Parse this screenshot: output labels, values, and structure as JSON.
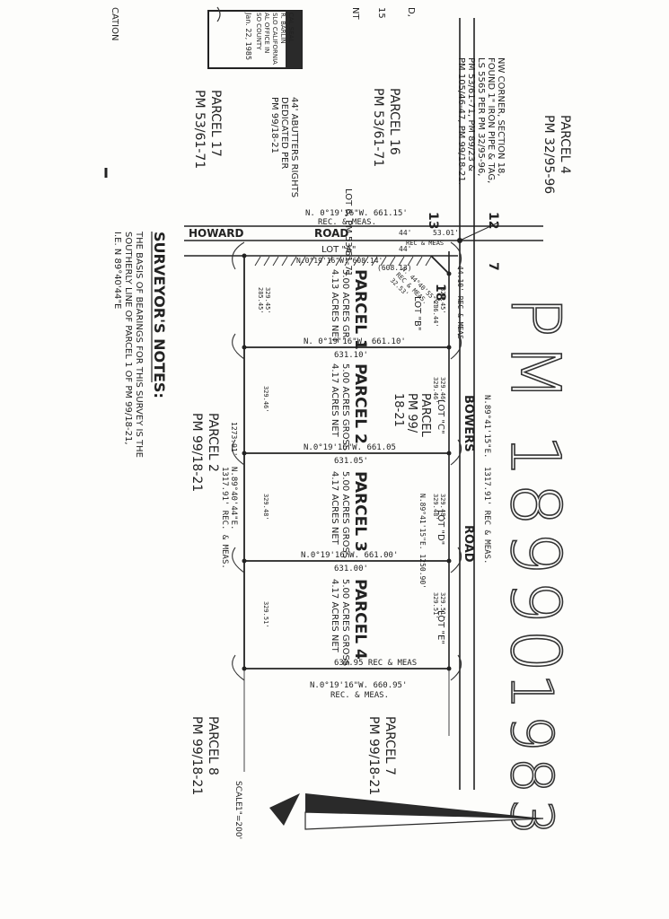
{
  "seal": {
    "lines": [
      "CAL SEAL",
      "R. BARLIN",
      "SLO CALIFORNIA",
      "AL OFFICE IN",
      "SO COUNTY",
      "Jan. 22, 1985"
    ]
  },
  "map_number": "PM 18990",
  "year": "1983",
  "edge_labels": {
    "d": "D,",
    "n15": "15",
    "nt": "NT",
    "cation": "CATION"
  },
  "nw_corner_note": [
    "NW CORNER, SECTION 18,",
    "FOUND 1\" IRON PIPE & TAG,",
    "LS 5565 PER PM 32/95-96,",
    "PM 53/61-71, PM 89/23 &",
    "PM 105/46-47, PM 99/18-21."
  ],
  "adjacent_parcels": {
    "parcel4_top": [
      "PARCEL 4",
      "PM 32/95-96"
    ],
    "parcel16": [
      "PARCEL 16",
      "PM 53/61-71"
    ],
    "parcel17": [
      "PARCEL 17",
      "PM 53/61-71"
    ],
    "lot6": "LOT 6, PM 53/61-71",
    "parcel2_lower": [
      "PARCEL 2",
      "PM 99/18-21"
    ],
    "parcel7": [
      "PARCEL 7",
      "PM 99/18-21"
    ],
    "parcel8": [
      "PARCEL 8",
      "PM 99/18-21"
    ],
    "parcel_center": [
      "PARCEL",
      "PM 99/",
      "18-21"
    ]
  },
  "abutters_note": [
    "44' ABUTTERS RIGHTS",
    "DEDICATED PER",
    "PM 99/18-21"
  ],
  "roads": {
    "howard": "HOWARD",
    "road1": "ROAD",
    "bowers": "BOWERS",
    "road2": "ROAD"
  },
  "section_numbers": [
    "13",
    "12",
    "7",
    "18"
  ],
  "lots": [
    "LOT \"A\"",
    "LOT \"B\"",
    "LOT \"C\"",
    "LOT \"D\"",
    "LOT \"E\""
  ],
  "parcels": [
    {
      "name": "PARCEL 1",
      "gross": "5.00 ACRES GR.",
      "net": "4.13 ACRES NET"
    },
    {
      "name": "PARCEL 2",
      "gross": "5.00 ACRES GROSS",
      "net": "4.17 ACRES NET"
    },
    {
      "name": "PARCEL 3",
      "gross": "5.00 ACRES GROSS",
      "net": "4.17 ACRES NET"
    },
    {
      "name": "PARCEL 4",
      "gross": "5.00 ACRES GROSS",
      "net": "4.17 ACRES NET"
    }
  ],
  "bearings": {
    "top_line": "N. 0°19'16\"W.  661.15'",
    "top_rec": "REC. & MEAS.",
    "lot_a_line": "N.0°19'16\"W.  608.14'",
    "lot_a_sub": "(608.13)",
    "line_p1_p2": "N. 0°19'16\"W.  661.10'",
    "sub_p1_p2": "631.10'",
    "line_p2_p3": "N.0°19'16\"W.  661.05",
    "sub_p2_p3": "631.05'",
    "line_p3_p4": "N.0°19'16\"W.  661.00'",
    "sub_p3_p4": "631.00'",
    "bottom_sub": "630.95  REC & MEAS",
    "bottom_line": "N.0°19'16\"W.  660.95'",
    "bottom_rec": "REC. & MEAS.",
    "east_line": "N.89°41'15\"E.",
    "east_dist": "1317.91'  REC & MEAS.",
    "east_inner": "N.89°41'15\"E.  1250.90'",
    "west_line": "N.89°40'44\"E.",
    "west_dist": "1317.91'  REC. & MEAS.",
    "west_total": "1273.91'",
    "diag": "N. 44°40'55\"E.",
    "diag_rec": "REC & MEAS.",
    "diag_dist": "32.53'",
    "dist_5301": "53.01'",
    "dist_rec": "REC & MEAS",
    "dist_4410": "44.10'  REC & MEAS",
    "d_44a": "44'",
    "d_44b": "44'",
    "r1": "329.45'",
    "r1b": "286.44'",
    "r2": "329.46'",
    "r2b": "329.46'",
    "r3": "329.48'",
    "r3b": "329.48'",
    "r4": "329.51'",
    "r4b": "329.51'",
    "l1": "329.45'",
    "l1b": "285.45'",
    "l2": "329.46'",
    "l3": "329.48'",
    "l4": "329.51'"
  },
  "surveyor_notes": {
    "title": "SURVEYOR'S NOTES:",
    "body": [
      "THE BASIS OF BEARINGS FOR THIS SURVEY IS THE",
      "SOUTHERLY LINE OF PARCEL 1 OF PM 99/18-21,",
      "I.E. N 89°40'44\"E"
    ]
  },
  "scale": {
    "label": "SCALE",
    "value": "1\"=200'"
  }
}
